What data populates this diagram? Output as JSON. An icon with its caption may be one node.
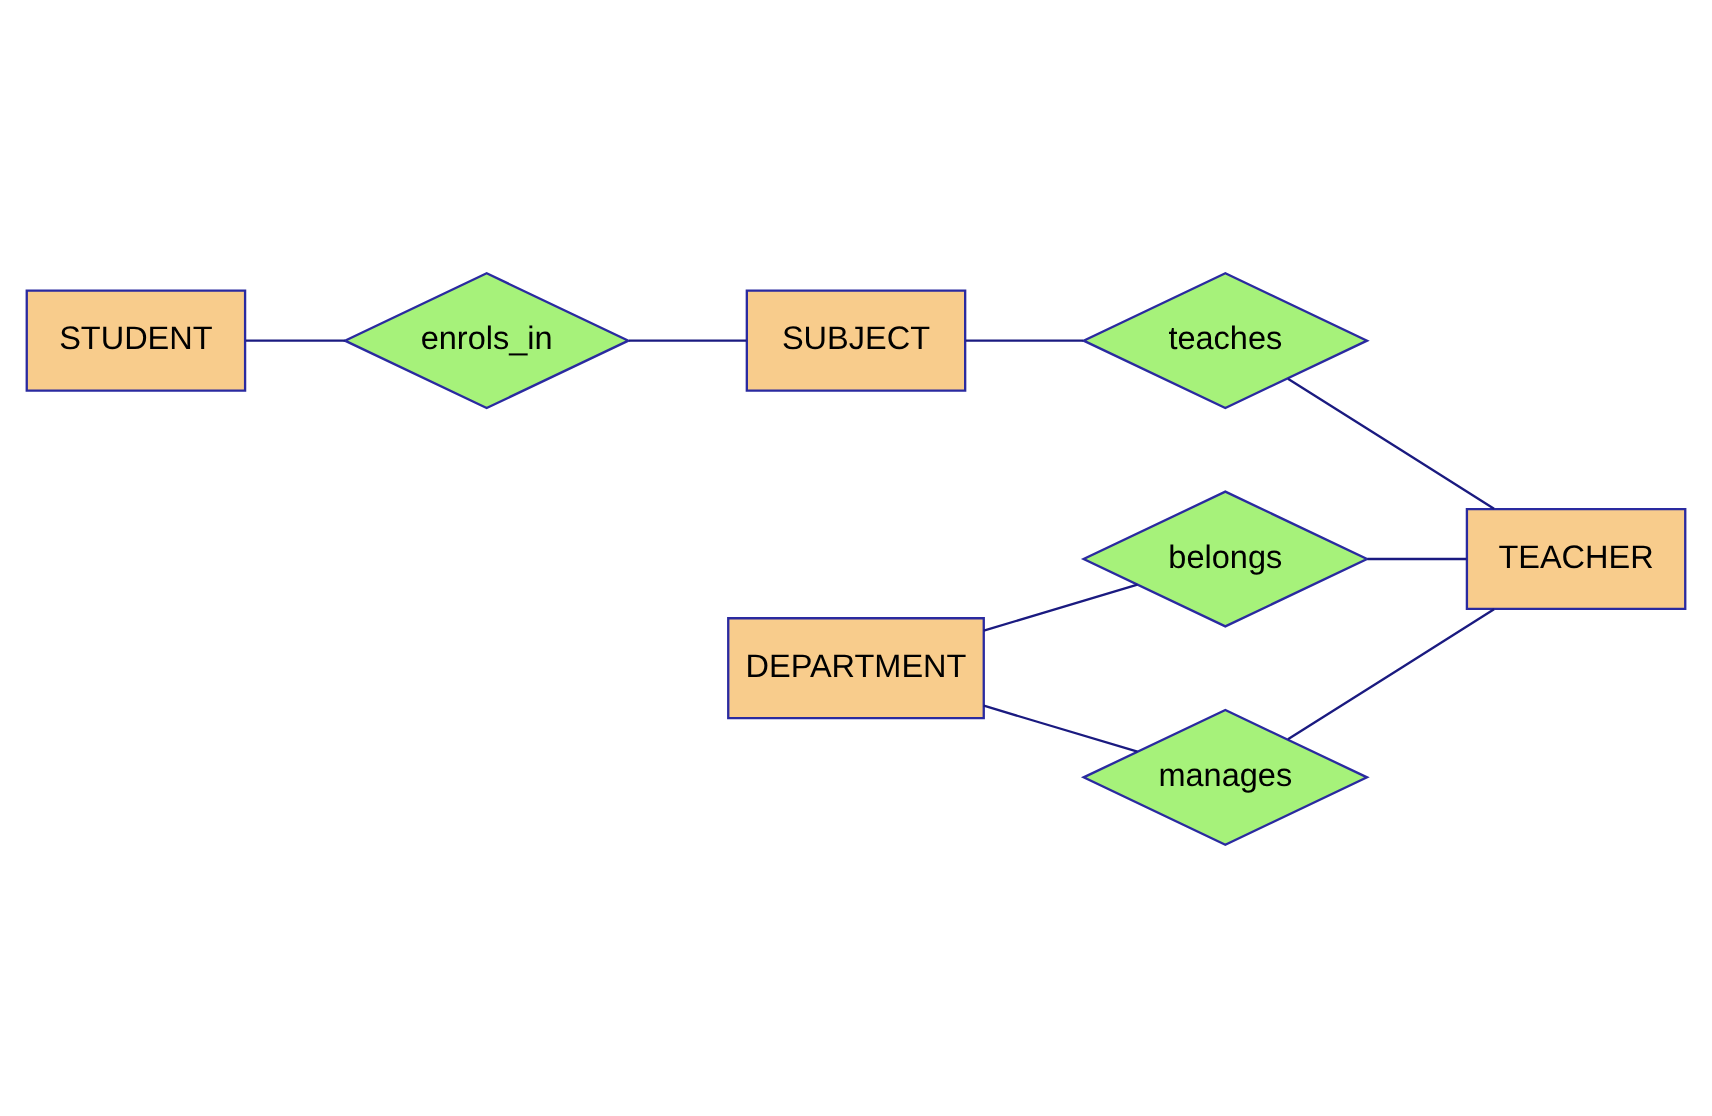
{
  "diagram": {
    "nodes": [
      {
        "text": [
          "STUDENT"
        ]
      },
      {
        "text": [
          "enrols_in"
        ]
      },
      {
        "text": [
          "SUBJECT"
        ]
      },
      {
        "text": [
          "teaches"
        ]
      },
      {
        "text": [
          "belongs"
        ]
      },
      {
        "text": [
          "DEPARTMENT"
        ]
      },
      {
        "text": [
          "TEACHER"
        ]
      },
      {
        "text": [
          "manages"
        ]
      }
    ],
    "edges": [
      {
        "from": 0,
        "to": 1,
        "arrow": "none"
      },
      {
        "from": 1,
        "to": 2,
        "arrow": "none"
      },
      {
        "from": 2,
        "to": 3,
        "arrow": "none"
      },
      {
        "from": 3,
        "to": 6,
        "arrow": "none"
      },
      {
        "from": 5,
        "to": 4,
        "arrow": "none"
      },
      {
        "from": 4,
        "to": 6,
        "arrow": "none"
      },
      {
        "from": 5,
        "to": 7,
        "arrow": "none"
      },
      {
        "from": 7,
        "to": 6,
        "arrow": "none"
      }
    ]
  }
}
